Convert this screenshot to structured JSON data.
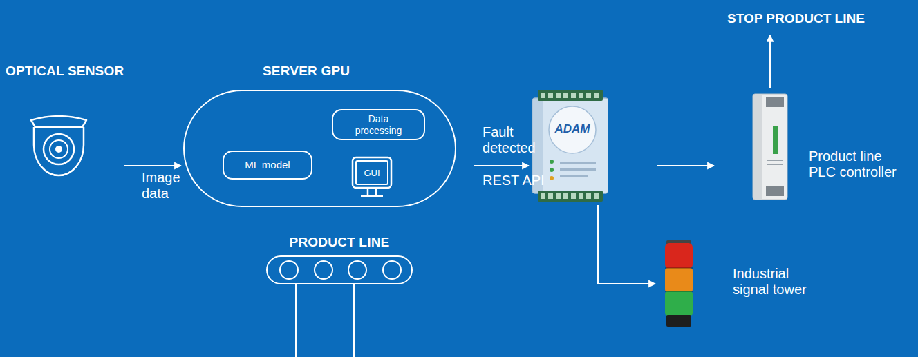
{
  "diagram": {
    "nodes": [
      {
        "text": [
          "OPTICAL SENSOR"
        ]
      },
      {
        "text": [
          "SERVER GPU"
        ]
      },
      {
        "text": [
          "Data processing"
        ],
        "in": 1
      },
      {
        "text": [
          "ML model"
        ],
        "in": 1
      },
      {
        "text": [
          "GUI"
        ],
        "in": 1
      },
      {
        "text": [
          "ADAM"
        ]
      },
      {
        "text": [
          "Product line PLC controller"
        ]
      },
      {
        "text": [
          "STOP PRODUCT LINE"
        ]
      },
      {
        "text": [
          "Industrial signal tower"
        ]
      },
      {
        "text": [
          "PRODUCT LINE"
        ]
      }
    ],
    "edges": [
      {
        "from": 0,
        "to": 1,
        "arrow": "to",
        "label": "Image data"
      },
      {
        "from": 1,
        "to": 5,
        "arrow": "to",
        "label": "Fault detected"
      },
      {
        "from": 5,
        "to": 6,
        "arrow": "to"
      },
      {
        "from": 6,
        "to": 7,
        "arrow": "to"
      },
      {
        "from": 5,
        "to": 8,
        "arrow": "to"
      }
    ],
    "labels": [
      "REST API"
    ]
  }
}
